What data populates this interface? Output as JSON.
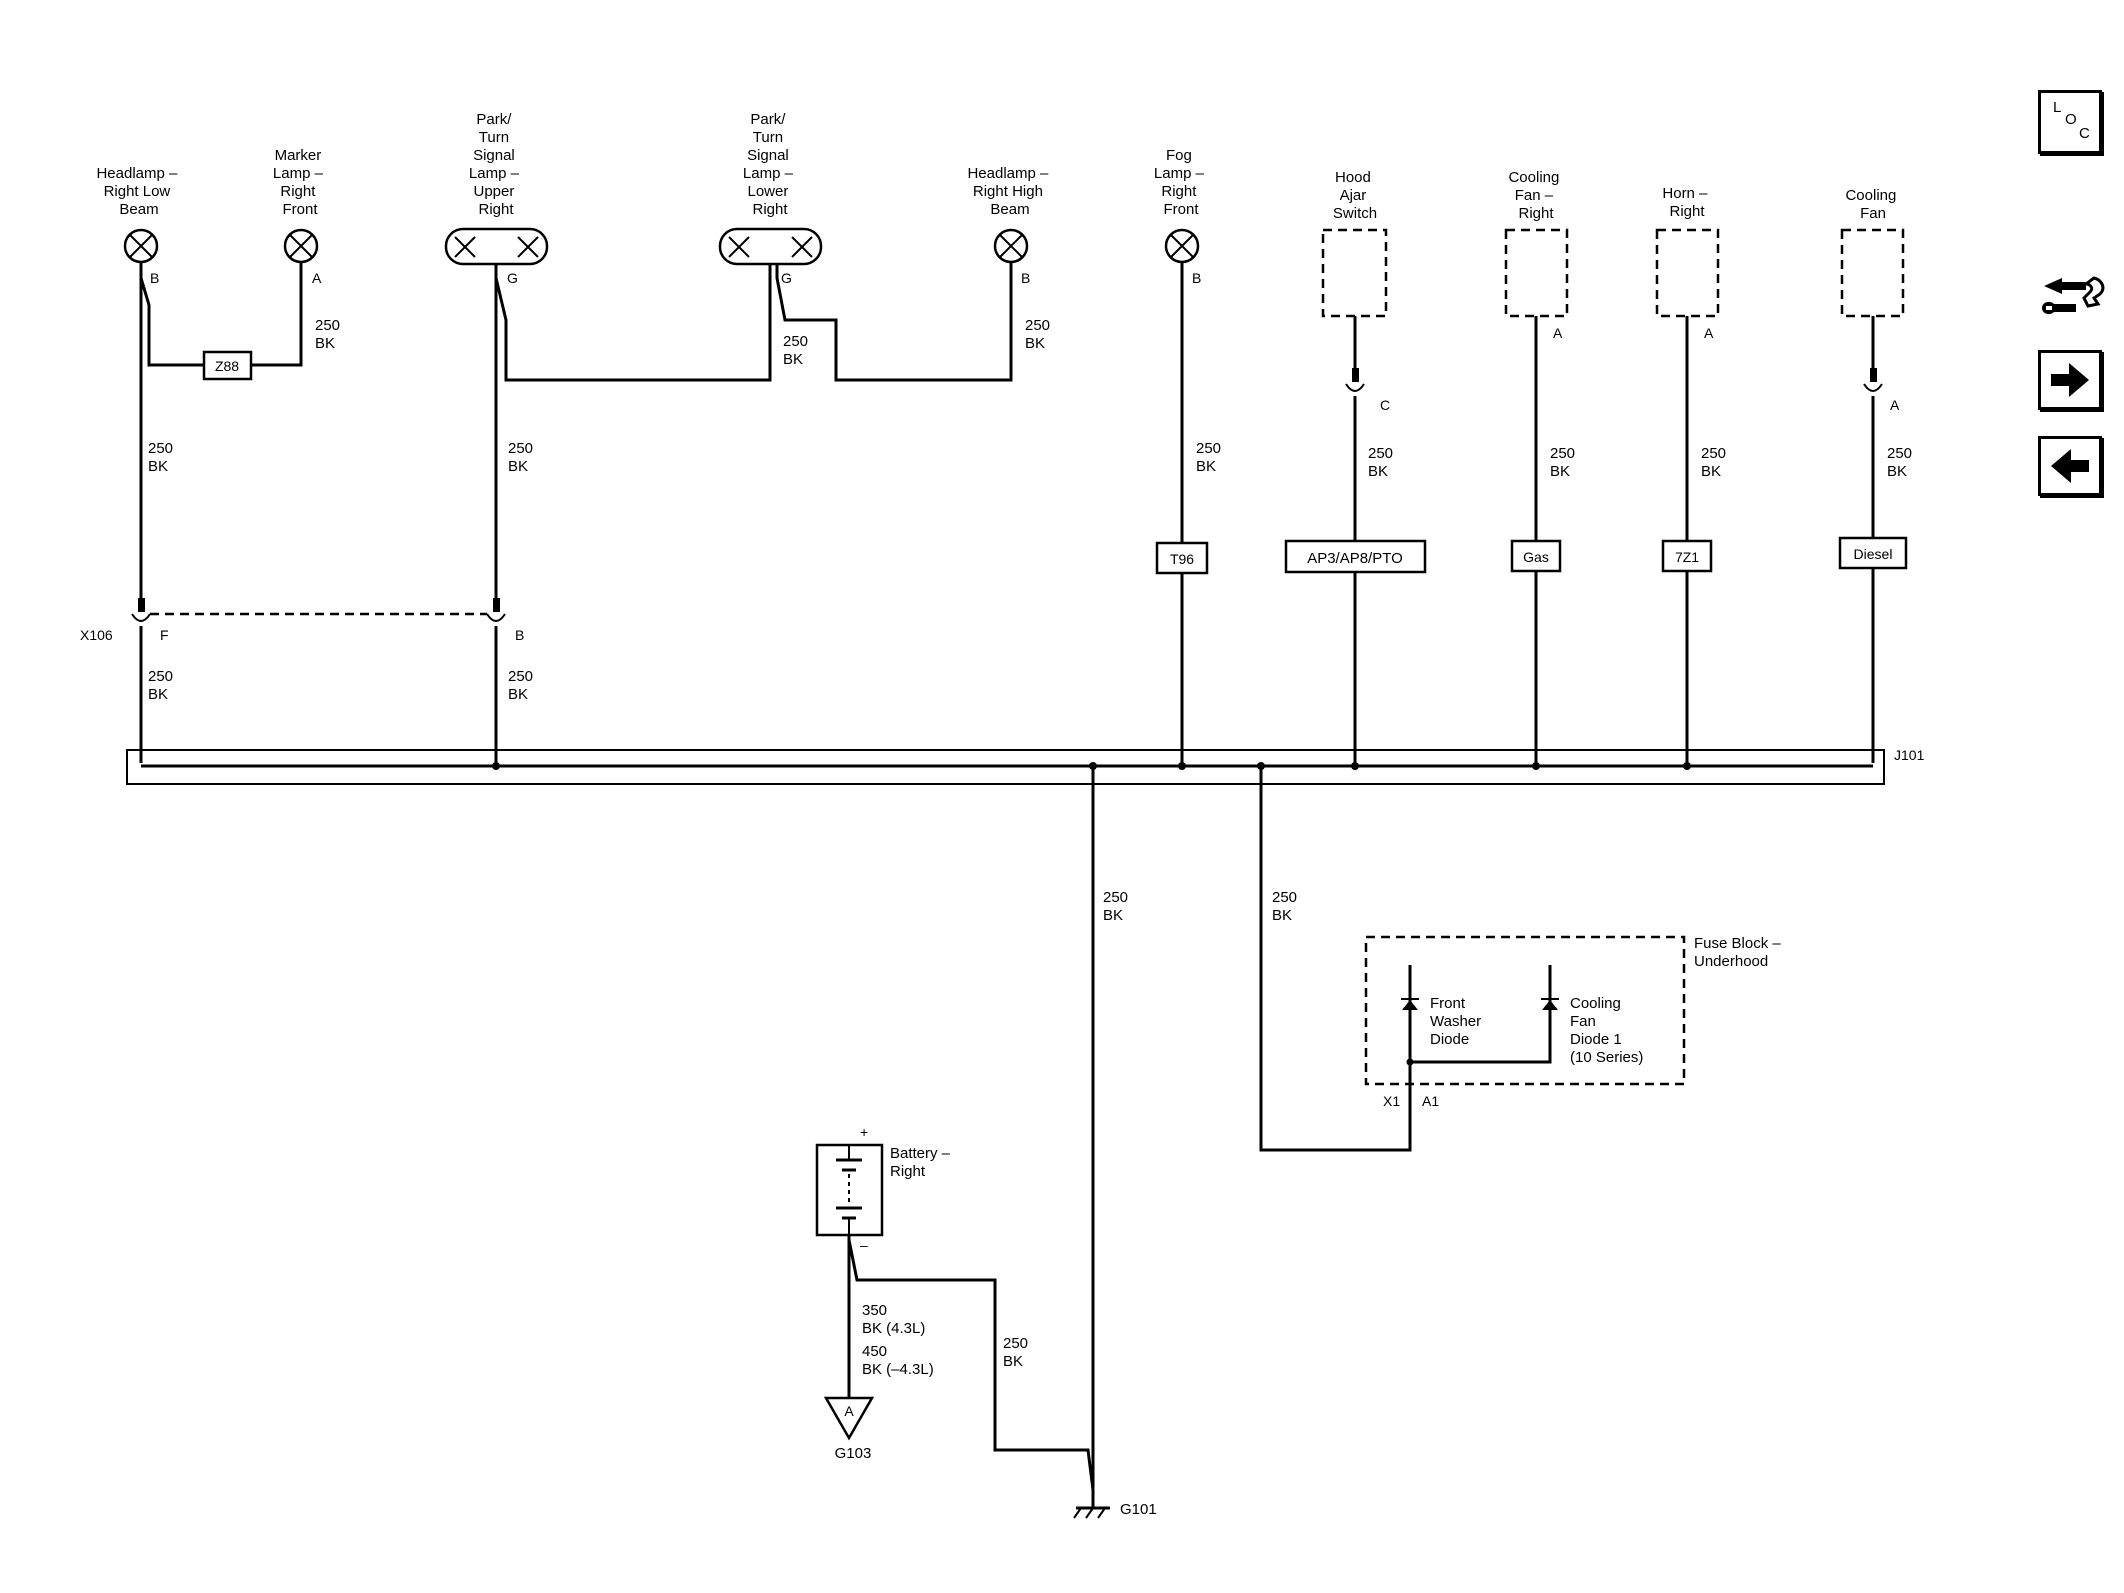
{
  "components": {
    "headlamp_low": {
      "name": [
        "Headlamp –",
        "Right Low",
        "Beam"
      ],
      "pin": "B"
    },
    "marker_lamp": {
      "name": [
        "Marker",
        "Lamp –",
        "Right",
        "Front"
      ],
      "pin": "A"
    },
    "park_upper": {
      "name": [
        "Park/",
        "Turn",
        "Signal",
        "Lamp –",
        "Upper",
        "Right"
      ],
      "pin": "G"
    },
    "park_lower": {
      "name": [
        "Park/",
        "Turn",
        "Signal",
        "Lamp –",
        "Lower",
        "Right"
      ],
      "pin": "G"
    },
    "headlamp_high": {
      "name": [
        "Headlamp –",
        "Right High",
        "Beam"
      ],
      "pin": "B"
    },
    "fog_lamp": {
      "name": [
        "Fog",
        "Lamp –",
        "Right",
        "Front"
      ],
      "pin": "B"
    },
    "hood_ajar": {
      "name": [
        "Hood",
        "Ajar",
        "Switch"
      ],
      "pin": "C"
    },
    "cooling_fan_right": {
      "name": [
        "Cooling",
        "Fan –",
        "Right"
      ],
      "pin": "A"
    },
    "horn_right": {
      "name": [
        "Horn –",
        "Right"
      ],
      "pin": "A"
    },
    "cooling_fan": {
      "name": [
        "Cooling",
        "Fan"
      ],
      "pin": "A"
    },
    "battery": {
      "name": [
        "Battery –",
        "Right"
      ],
      "plus": "+",
      "minus": "–"
    },
    "fuse_block": {
      "name": [
        "Fuse Block –",
        "Underhood"
      ]
    },
    "front_washer_diode": {
      "name": [
        "Front",
        "Washer",
        "Diode"
      ]
    },
    "cooling_fan_diode": {
      "name": [
        "Cooling",
        "Fan",
        "Diode 1",
        "(10 Series)"
      ]
    }
  },
  "options": {
    "z88": "Z88",
    "t96": "T96",
    "ap": "AP3/AP8/PTO",
    "gas": "Gas",
    "z71": "7Z1",
    "diesel": "Diesel"
  },
  "connector": {
    "name": "X106",
    "pin_f": "F",
    "pin_b": "B"
  },
  "splice": "J101",
  "fuse_pins": {
    "x1": "X1",
    "a1": "A1"
  },
  "grounds": {
    "g101": "G101",
    "g103": "G103",
    "g103_letter": "A"
  },
  "wires": {
    "gauge_250": "250",
    "color_bk": "BK",
    "battery_350": "350",
    "battery_350_color": "BK (4.3L)",
    "battery_450": "450",
    "battery_450_color": "BK (–4.3L)"
  },
  "nav": {
    "loc_l": "L",
    "loc_o": "O",
    "loc_c": "C",
    "next_icon": "arrow-right-icon",
    "prev_icon": "arrow-left-icon",
    "tools_icon": "wiring-tools-icon"
  }
}
